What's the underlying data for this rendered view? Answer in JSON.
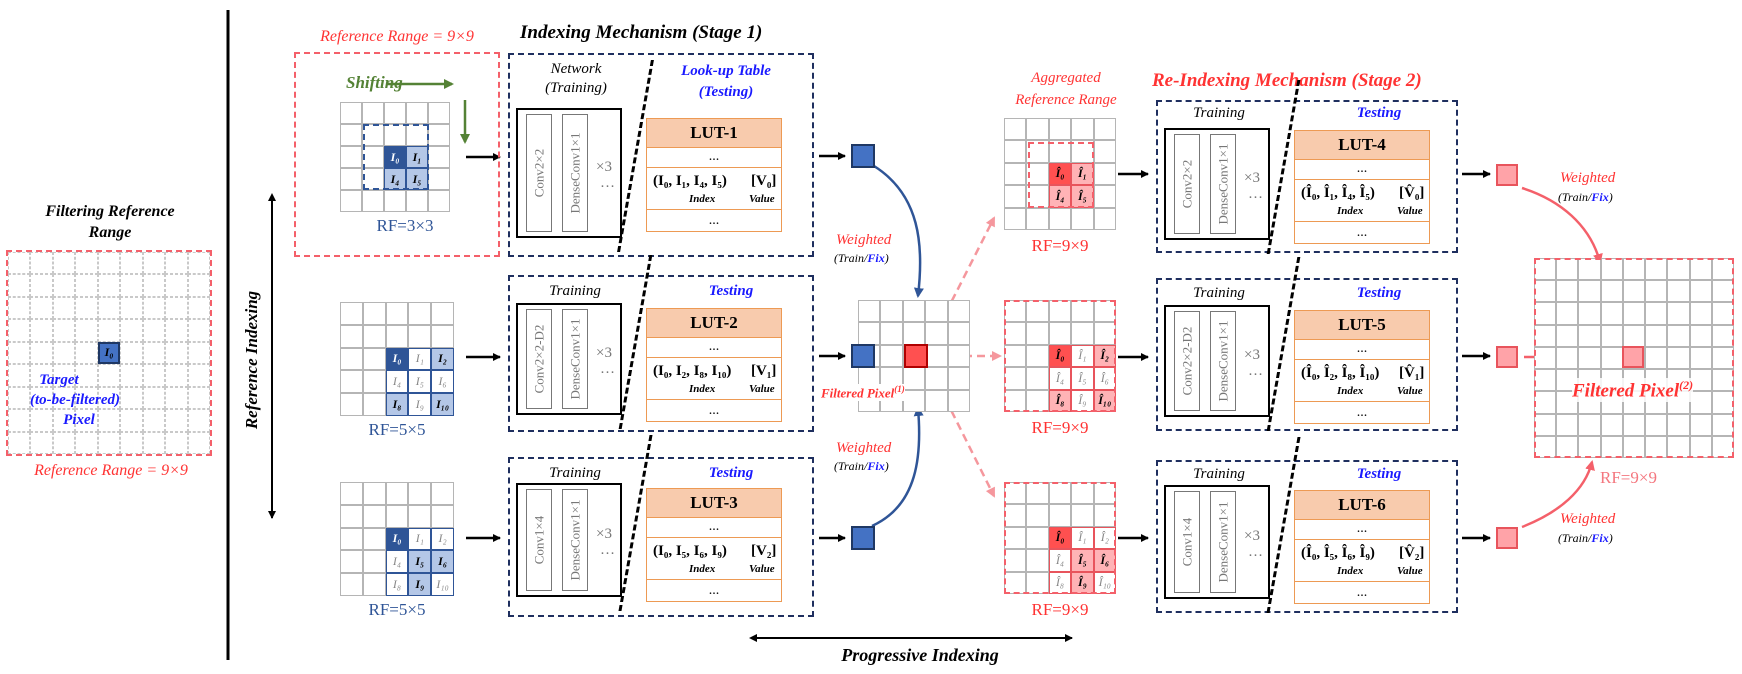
{
  "left": {
    "title_line1": "Filtering Reference",
    "title_line2": "Range",
    "target_cell": "I0",
    "target_line1": "Target",
    "target_line2": "(to-be-filtered)",
    "target_line3": "Pixel",
    "range_label": "Reference Range = 9×9"
  },
  "axis_labels": {
    "reference_indexing": "Reference Indexing",
    "progressive_indexing": "Progressive Indexing"
  },
  "stage1": {
    "title": "Indexing Mechanism",
    "stage": "Stage 1",
    "ref_range_label": "Reference Range = 9×9",
    "shifting": "Shifting",
    "network_label": "Network",
    "training_paren": "(Training)",
    "lut_label_line1": "Look-up Table",
    "lut_label_line2": "(Testing)",
    "training": "Training",
    "testing": "Testing"
  },
  "branches": [
    {
      "rf": "RF=3×3",
      "conv": "Conv2×2",
      "dense": "DenseConv1×1",
      "times": "×3",
      "dots": "…",
      "lut": "LUT-1",
      "index": "(I₀, I₁, I₄, I₅)",
      "value": "[V₀]",
      "cells": [
        [
          "I0",
          "I1"
        ],
        [
          "I4",
          "I5"
        ]
      ]
    },
    {
      "rf": "RF=5×5",
      "conv": "Conv2×2-D2",
      "dense": "DenseConv1×1",
      "times": "×3",
      "dots": "…",
      "lut": "LUT-2",
      "index": "(I₀, I₂, I₈, I₁₀)",
      "value": "[V₁]",
      "cells": [
        [
          "I0",
          "I1",
          "I2"
        ],
        [
          "I4",
          "I5",
          "I6"
        ],
        [
          "I8",
          "I9",
          "I10"
        ]
      ]
    },
    {
      "rf": "RF=5×5",
      "conv": "Conv1×4",
      "dense": "DenseConv1×1",
      "times": "×3",
      "dots": "…",
      "lut": "LUT-3",
      "index": "(I₀, I₅, I₆, I₉)",
      "value": "[V₂]",
      "cells": [
        [
          "I0",
          "I1",
          "I2"
        ],
        [
          "I4",
          "I5",
          "I6"
        ],
        [
          "I8",
          "I9",
          "I10"
        ]
      ]
    }
  ],
  "lut_common": {
    "index_word": "Index",
    "value_word": "Value",
    "dots": "..."
  },
  "middle": {
    "weighted": "Weighted",
    "train_fix_open": "(",
    "train": "Train",
    "slash": "/",
    "fix": "Fix",
    "train_fix_close": ")",
    "filtered_pixel_1": "Filtered Pixel",
    "sup1": "(1)"
  },
  "stage2": {
    "title": "Re-Indexing Mechanism",
    "stage": "Stage 2",
    "aggregated_line1": "Aggregated",
    "aggregated_line2": "Reference Range",
    "rf": "RF=9×9",
    "training": "Training",
    "testing": "Testing"
  },
  "branches2": [
    {
      "conv": "Conv2×2",
      "dense": "DenseConv1×1",
      "times": "×3",
      "dots": "…",
      "lut": "LUT-4",
      "index": "(Î₀, Î₁, Î₄, Î₅)",
      "value": "[V̂₀]",
      "cells": [
        [
          "Î0",
          "Î1"
        ],
        [
          "Î4",
          "Î5"
        ]
      ]
    },
    {
      "conv": "Conv2×2-D2",
      "dense": "DenseConv1×1",
      "times": "×3",
      "dots": "…",
      "lut": "LUT-5",
      "index": "(Î₀, Î₂, Î₈, Î₁₀)",
      "value": "[V̂₁]",
      "cells": [
        [
          "Î0",
          "Î1",
          "Î2"
        ],
        [
          "Î4",
          "Î5",
          "Î6"
        ],
        [
          "Î8",
          "Î9",
          "Î10"
        ]
      ]
    },
    {
      "conv": "Conv1×4",
      "dense": "DenseConv1×1",
      "times": "×3",
      "dots": "…",
      "lut": "LUT-6",
      "index": "(Î₀, Î₅, Î₆, Î₉)",
      "value": "[V̂₂]",
      "cells": [
        [
          "Î0",
          "Î1",
          "Î2"
        ],
        [
          "Î4",
          "Î5",
          "Î6"
        ],
        [
          "Î8",
          "Î9",
          "Î10"
        ]
      ]
    }
  ],
  "right": {
    "weighted": "Weighted",
    "filtered_pixel_2": "Filtered Pixel",
    "sup2": "(2)",
    "rf": "RF=9×9"
  },
  "colors": {
    "red": "#ff3333",
    "blue": "#1a1aff",
    "navy": "#2f5597",
    "green": "#548235",
    "lut_fill": "#f8cbad",
    "lut_border": "#ed9a54",
    "pink": "#ffa3a8"
  }
}
